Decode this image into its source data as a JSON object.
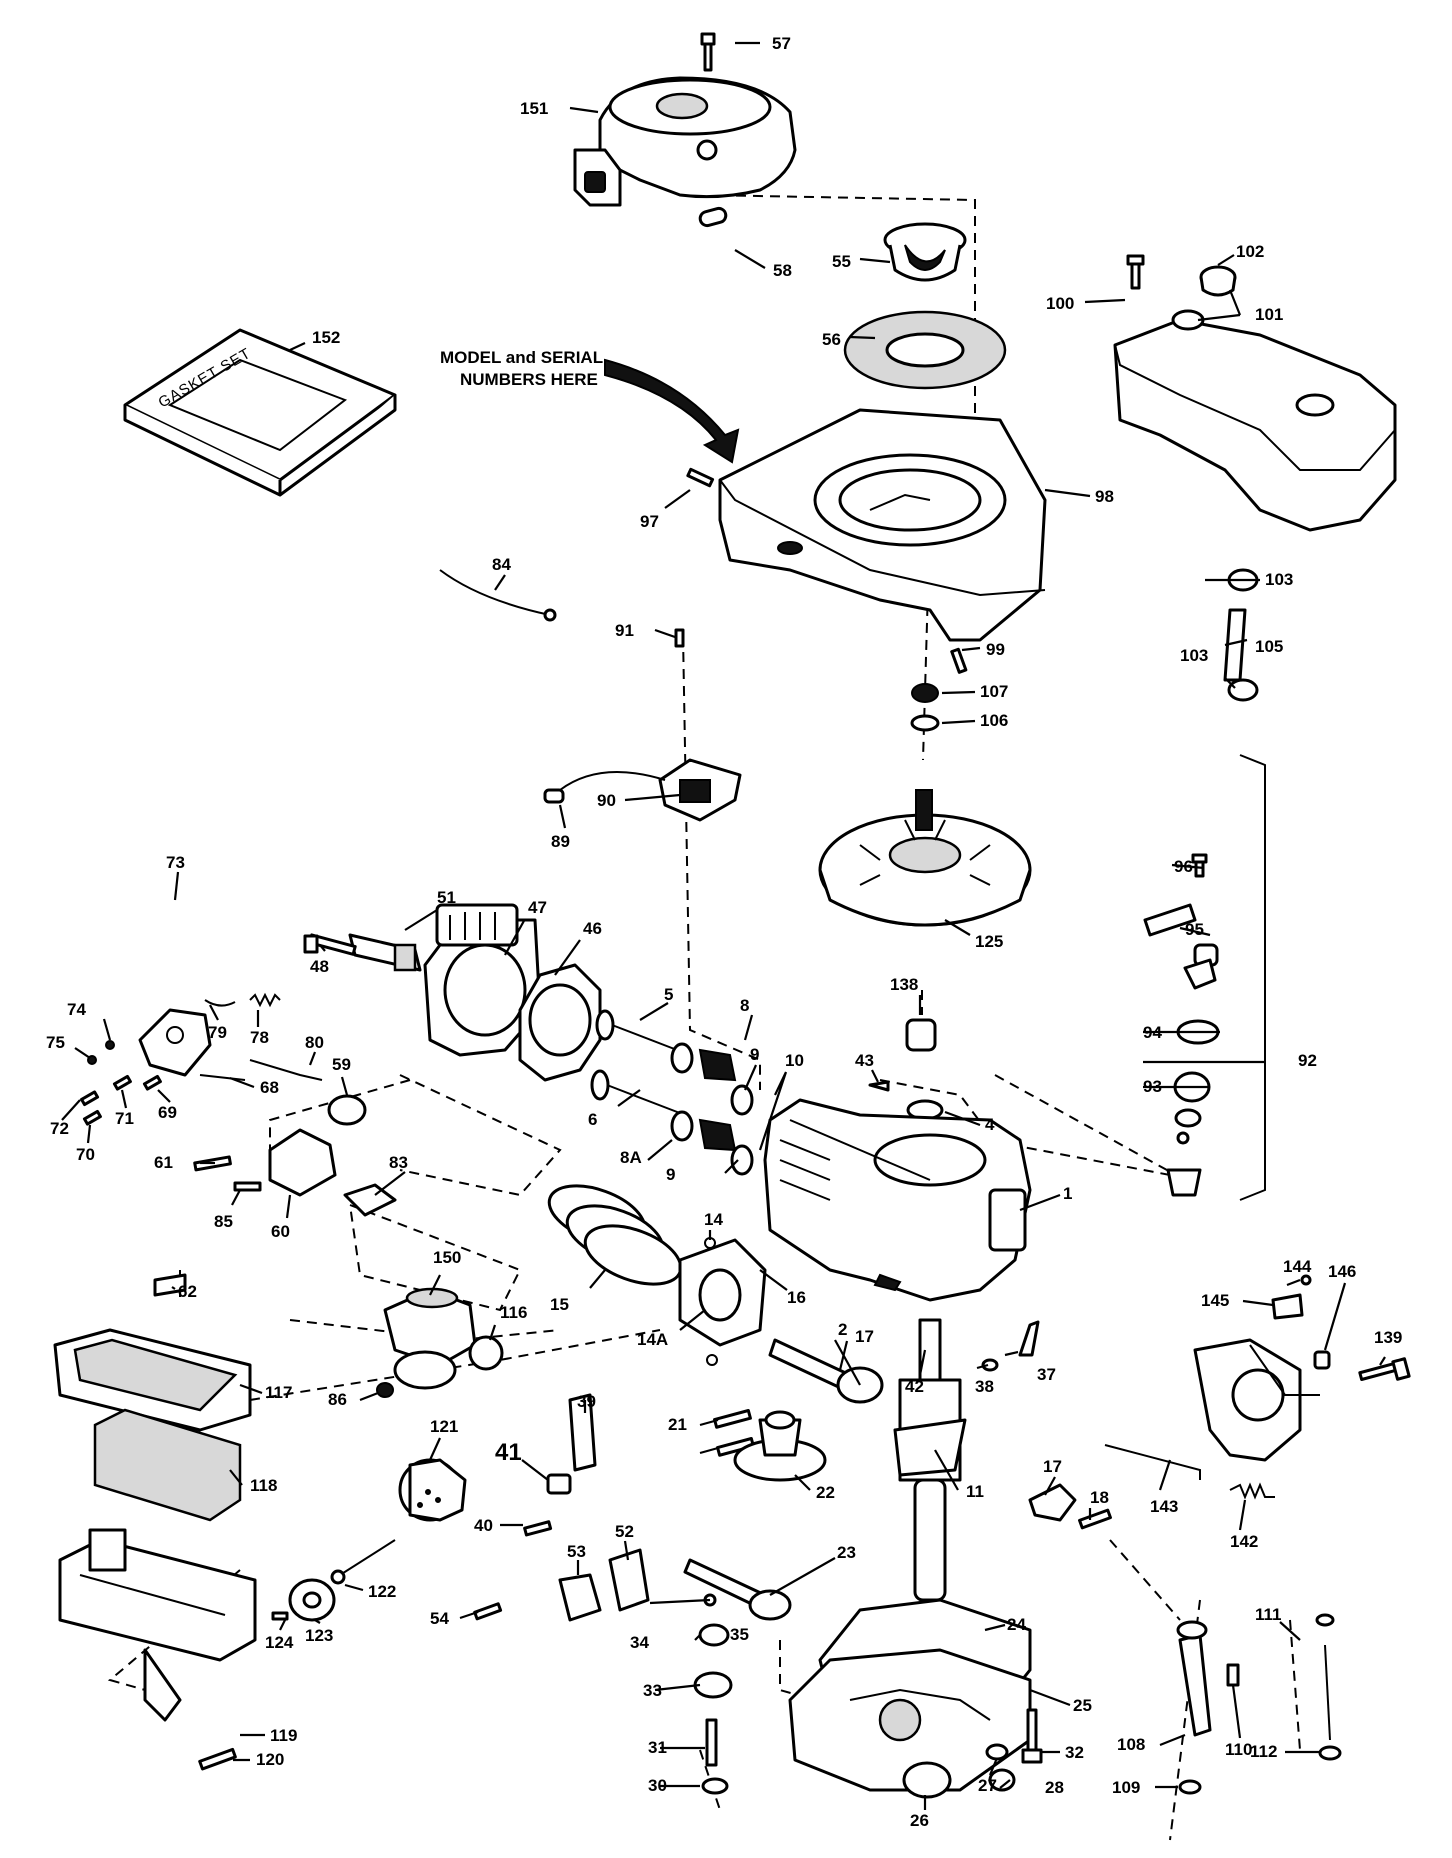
{
  "note": {
    "line1": "MODEL and SERIAL",
    "line2": "NUMBERS HERE"
  },
  "gasket_box_text": "GASKET SET",
  "callouts": [
    "57",
    "151",
    "58",
    "55",
    "56",
    "152",
    "102",
    "100",
    "101",
    "98",
    "97",
    "103",
    "105",
    "103",
    "84",
    "91",
    "99",
    "107",
    "106",
    "90",
    "89",
    "73",
    "51",
    "47",
    "48",
    "46",
    "96",
    "95",
    "79",
    "78",
    "138",
    "125",
    "74",
    "75",
    "80",
    "68",
    "72",
    "71",
    "70",
    "69",
    "59",
    "5",
    "8",
    "9",
    "10",
    "43",
    "6",
    "8A",
    "9",
    "4",
    "94",
    "93",
    "92",
    "61",
    "85",
    "60",
    "83",
    "62",
    "14",
    "15",
    "16",
    "14A",
    "1",
    "150",
    "116",
    "86",
    "117",
    "144",
    "146",
    "145",
    "139",
    "2",
    "17",
    "42",
    "38",
    "37",
    "39",
    "41",
    "21",
    "22",
    "11",
    "40",
    "118",
    "121",
    "17",
    "18",
    "143",
    "142",
    "52",
    "53",
    "23",
    "24",
    "54",
    "122",
    "34",
    "35",
    "124",
    "123",
    "33",
    "25",
    "111",
    "119",
    "110",
    "108",
    "31",
    "32",
    "27",
    "112",
    "30",
    "120",
    "28",
    "109",
    "26"
  ]
}
